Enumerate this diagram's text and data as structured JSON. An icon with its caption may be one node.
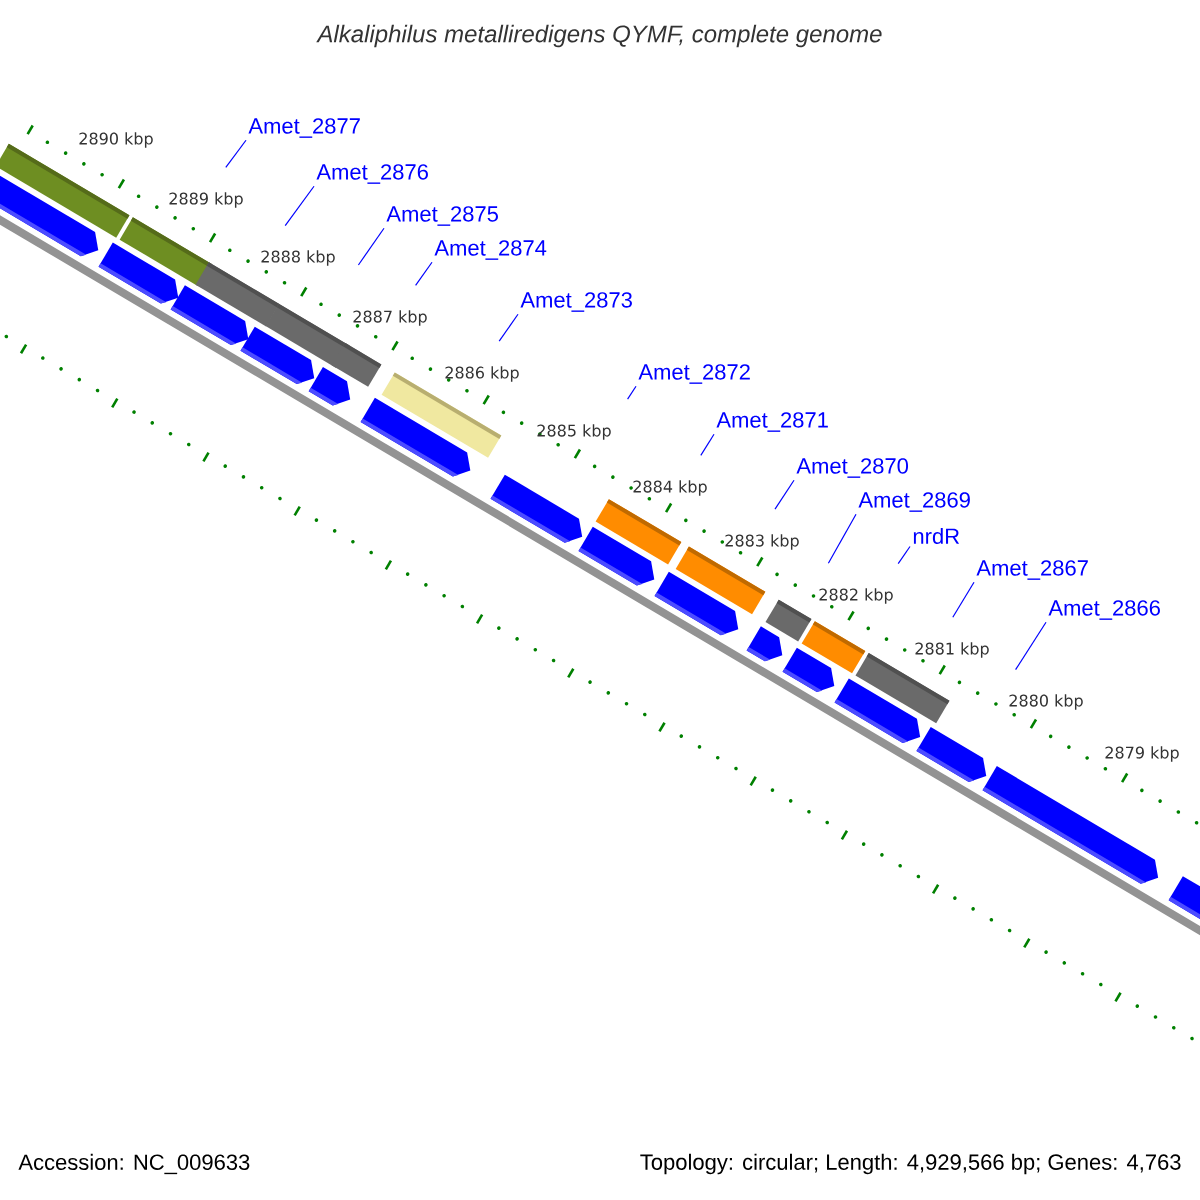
{
  "diagram": {
    "title": "Alkaliphilus metalliredigens QYMF, complete genome",
    "nodes": [
      {
        "text": [
          "Amet_2877"
        ]
      },
      {
        "text": [
          "Amet_2876"
        ]
      },
      {
        "text": [
          "Amet_2875"
        ]
      },
      {
        "text": [
          "Amet_2874"
        ]
      },
      {
        "text": [
          "Amet_2873"
        ]
      },
      {
        "text": [
          "Amet_2872"
        ]
      },
      {
        "text": [
          "Amet_2871"
        ]
      },
      {
        "text": [
          "Amet_2870"
        ]
      },
      {
        "text": [
          "Amet_2869"
        ]
      },
      {
        "text": [
          "nrdR"
        ]
      },
      {
        "text": [
          "Amet_2867"
        ]
      },
      {
        "text": [
          "Amet_2866"
        ]
      }
    ],
    "edges": [
      {
        "from": 0,
        "to": null,
        "arrow": "none"
      },
      {
        "from": 1,
        "to": null,
        "arrow": "none"
      },
      {
        "from": 2,
        "to": null,
        "arrow": "none"
      },
      {
        "from": 3,
        "to": null,
        "arrow": "none"
      },
      {
        "from": 4,
        "to": null,
        "arrow": "none"
      },
      {
        "from": 5,
        "to": null,
        "arrow": "none"
      },
      {
        "from": 6,
        "to": null,
        "arrow": "none"
      },
      {
        "from": 7,
        "to": null,
        "arrow": "none"
      },
      {
        "from": 8,
        "to": null,
        "arrow": "none"
      },
      {
        "from": 9,
        "to": null,
        "arrow": "none"
      },
      {
        "from": 10,
        "to": null,
        "arrow": "none"
      },
      {
        "from": 11,
        "to": null,
        "arrow": "none"
      }
    ],
    "labels": [
      "2890 kbp",
      "2889 kbp",
      "2888 kbp",
      "2887 kbp",
      "2886 kbp",
      "2885 kbp",
      "2884 kbp",
      "2883 kbp",
      "2882 kbp",
      "2881 kbp",
      "2880 kbp",
      "2879 kbp",
      "Accession: NC_009633",
      "Topology: circular; Length: 4,929,566 bp; Genes: 4,763"
    ]
  }
}
